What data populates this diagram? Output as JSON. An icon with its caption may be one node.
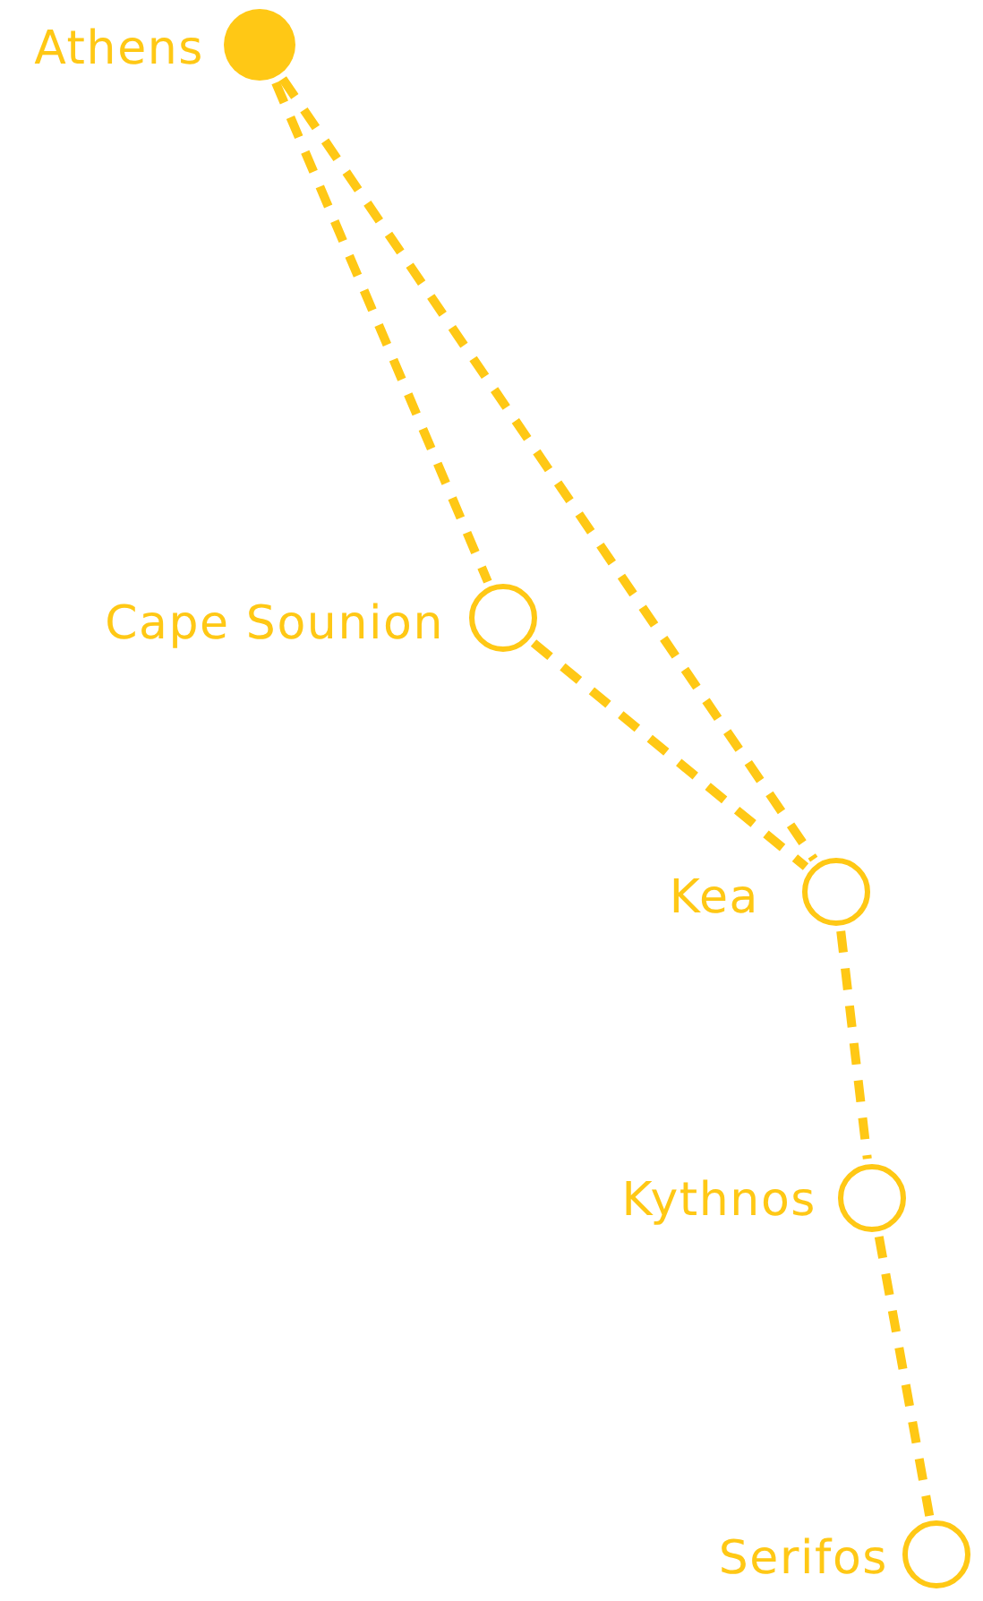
{
  "diagram": {
    "nodes": [
      {
        "text": [],
        "shape": "dot",
        "beside": [
          "Athens"
        ]
      },
      {
        "text": [],
        "shape": "circle",
        "beside": [
          "Cape Sounion"
        ]
      },
      {
        "text": [],
        "shape": "circle",
        "beside": [
          "Kea"
        ]
      },
      {
        "text": [],
        "shape": "circle",
        "beside": [
          "Kythnos"
        ]
      },
      {
        "text": [],
        "shape": "circle",
        "beside": [
          "Serifos"
        ]
      }
    ],
    "edges": [
      {
        "from": 0,
        "to": 1,
        "arrow": "none",
        "style": "dashed"
      },
      {
        "from": 0,
        "to": 2,
        "arrow": "none",
        "style": "dashed"
      },
      {
        "from": 1,
        "to": 2,
        "arrow": "none",
        "style": "dashed"
      },
      {
        "from": 2,
        "to": 3,
        "arrow": "none",
        "style": "dashed"
      },
      {
        "from": 3,
        "to": 4,
        "arrow": "none",
        "style": "dashed"
      }
    ]
  }
}
